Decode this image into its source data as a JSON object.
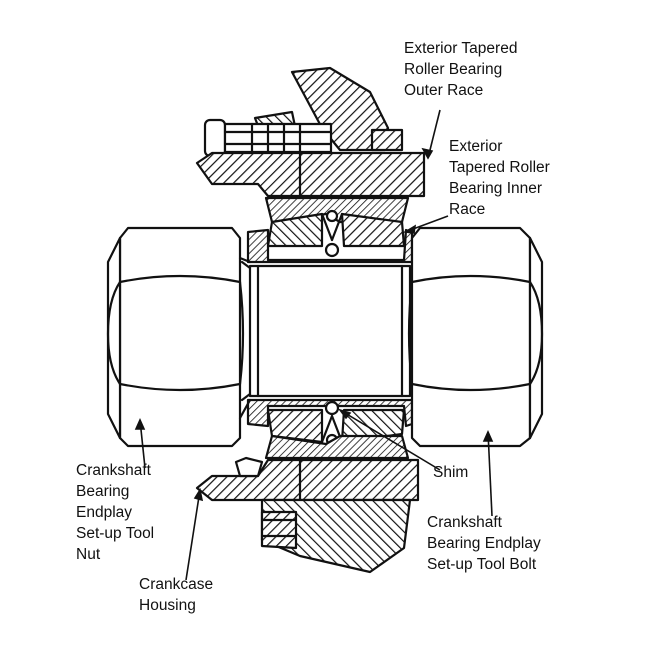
{
  "labels": {
    "outer_race": [
      "Exterior Tapered",
      "Roller Bearing",
      "Outer Race"
    ],
    "inner_race": [
      "Exterior",
      "Tapered Roller",
      "Bearing Inner",
      "Race"
    ],
    "shim": [
      "Shim"
    ],
    "tool_nut": [
      "Crankshaft",
      "Bearing",
      "Endplay",
      "Set-up Tool",
      "Nut"
    ],
    "tool_bolt": [
      "Crankshaft",
      "Bearing Endplay",
      "Set-up Tool Bolt"
    ],
    "housing": [
      "Crankcase",
      "Housing"
    ]
  },
  "colors": {
    "ink": "#111111",
    "paper": "#ffffff"
  }
}
